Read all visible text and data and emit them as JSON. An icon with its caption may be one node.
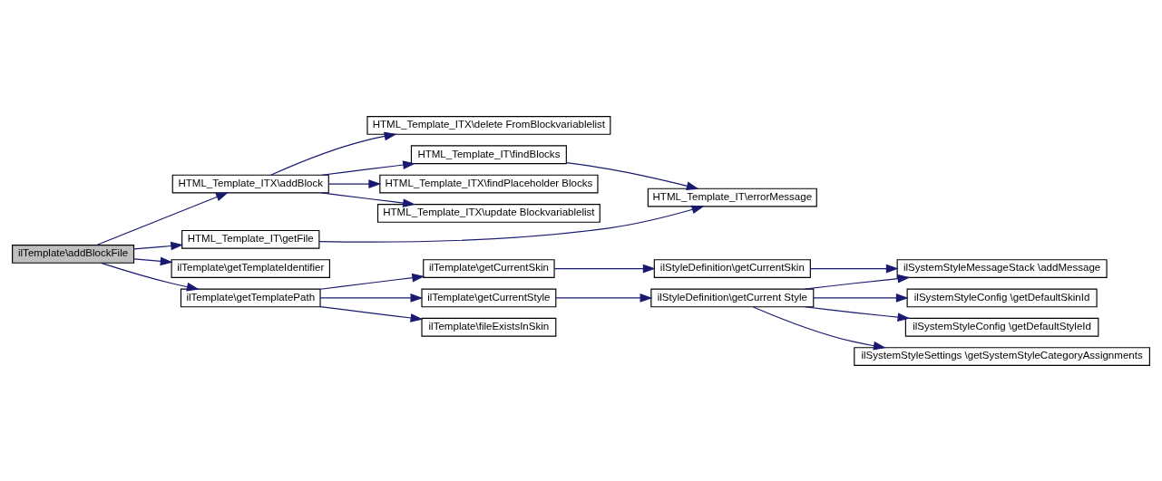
{
  "diagram": {
    "nodes": [
      {
        "text": [
          "ilTemplate\\addBlockFile"
        ]
      },
      {
        "text": [
          "HTML_Template_ITX\\addBlock"
        ]
      },
      {
        "text": [
          "HTML_Template_ITX\\delete FromBlockvariablelist"
        ]
      },
      {
        "text": [
          "HTML_Template_IT\\findBlocks"
        ]
      },
      {
        "text": [
          "HTML_Template_ITX\\findPlaceholder Blocks"
        ]
      },
      {
        "text": [
          "HTML_Template_ITX\\update Blockvariablelist"
        ]
      },
      {
        "text": [
          "HTML_Template_IT\\errorMessage"
        ]
      },
      {
        "text": [
          "HTML_Template_IT\\getFile"
        ]
      },
      {
        "text": [
          "ilTemplate\\getTemplateIdentifier"
        ]
      },
      {
        "text": [
          "ilTemplate\\getTemplatePath"
        ]
      },
      {
        "text": [
          "ilTemplate\\getCurrentSkin"
        ]
      },
      {
        "text": [
          "ilTemplate\\getCurrentStyle"
        ]
      },
      {
        "text": [
          "ilTemplate\\fileExistsInSkin"
        ]
      },
      {
        "text": [
          "ilStyleDefinition\\getCurrentSkin"
        ]
      },
      {
        "text": [
          "ilStyleDefinition\\getCurrent Style"
        ]
      },
      {
        "text": [
          "ilSystemStyleMessageStack \\addMessage"
        ]
      },
      {
        "text": [
          "ilSystemStyleConfig \\getDefaultSkinId"
        ]
      },
      {
        "text": [
          "ilSystemStyleConfig \\getDefaultStyleId"
        ]
      },
      {
        "text": [
          "ilSystemStyleSettings \\getSystemStyleCategoryAssignments"
        ]
      }
    ],
    "edges": [
      {
        "from": 0,
        "to": 1,
        "arrow": "to"
      },
      {
        "from": 1,
        "to": 2,
        "arrow": "to"
      },
      {
        "from": 1,
        "to": 3,
        "arrow": "to"
      },
      {
        "from": 1,
        "to": 4,
        "arrow": "to"
      },
      {
        "from": 1,
        "to": 5,
        "arrow": "to"
      },
      {
        "from": 3,
        "to": 6,
        "arrow": "to"
      },
      {
        "from": 0,
        "to": 7,
        "arrow": "to"
      },
      {
        "from": 7,
        "to": 6,
        "arrow": "to"
      },
      {
        "from": 0,
        "to": 8,
        "arrow": "to"
      },
      {
        "from": 0,
        "to": 9,
        "arrow": "to"
      },
      {
        "from": 9,
        "to": 10,
        "arrow": "to"
      },
      {
        "from": 9,
        "to": 11,
        "arrow": "to"
      },
      {
        "from": 9,
        "to": 12,
        "arrow": "to"
      },
      {
        "from": 10,
        "to": 13,
        "arrow": "to"
      },
      {
        "from": 11,
        "to": 14,
        "arrow": "to"
      },
      {
        "from": 13,
        "to": 15,
        "arrow": "to"
      },
      {
        "from": 14,
        "to": 15,
        "arrow": "to"
      },
      {
        "from": 14,
        "to": 16,
        "arrow": "to"
      },
      {
        "from": 14,
        "to": 17,
        "arrow": "to"
      },
      {
        "from": 14,
        "to": 18,
        "arrow": "to"
      }
    ]
  }
}
